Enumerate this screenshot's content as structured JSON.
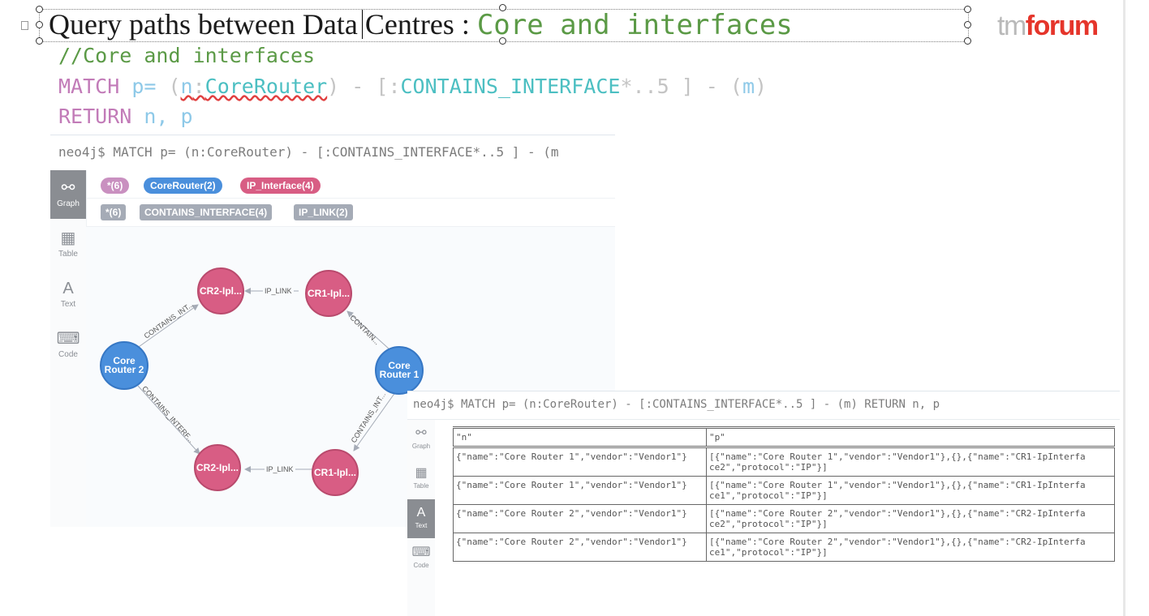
{
  "slide": {
    "title_prefix": "Query paths between Data Centres : ",
    "title_code": "Core and interfaces",
    "logo_tm": "tm",
    "logo_forum": "forum"
  },
  "code": {
    "comment": "//Core and interfaces",
    "match_kw": "MATCH",
    "p_eq": " p=",
    "open": " (",
    "n_var": "n",
    "colon": ":",
    "label": "CoreRouter",
    "rel_open": ") - [",
    "rel_colon": ":",
    "rel_type": "CONTAINS_INTERFACE",
    "rel_tail": "*..5",
    "rel_close": " ] - (",
    "m_var": "m",
    "close": ")",
    "return_kw": "RETURN",
    "return_vars": " n, p"
  },
  "panel1": {
    "command": "neo4j$ MATCH p= (n:CoreRouter) - [:CONTAINS_INTERFACE*..5 ] - (m",
    "sidebar": [
      {
        "icon": "⚯",
        "label": "Graph"
      },
      {
        "icon": "▦",
        "label": "Table"
      },
      {
        "icon": "A",
        "label": "Text"
      },
      {
        "icon": "⌨",
        "label": "Code"
      }
    ],
    "node_labels": [
      {
        "text": "*(6)",
        "color": "#c990c0"
      },
      {
        "text": "CoreRouter(2)",
        "color": "#4a8fdc"
      },
      {
        "text": "IP_Interface(4)",
        "color": "#d85d84"
      }
    ],
    "rel_types": [
      "*(6)",
      "CONTAINS_INTERFACE(4)",
      "IP_LINK(2)"
    ],
    "nodes": {
      "cr2": "Core Router 2",
      "cr1": "Core Router 1",
      "cr2_top": "CR2-Ipl...",
      "cr1_top": "CR1-Ipl...",
      "cr2_bot": "CR2-Ipl...",
      "cr1_bot": "CR1-Ipl..."
    },
    "edges": {
      "top_link": "IP_LINK",
      "bottom_link": "IP_LINK",
      "contains_tl": "CONTAINS_INT...",
      "contains_tr": "CONTAIN...",
      "contains_bl": "CONTAINS_INTERF...",
      "contains_br": "CONTAINS_INT..."
    }
  },
  "panel2": {
    "command": "neo4j$ MATCH p= (n:CoreRouter) - [:CONTAINS_INTERFACE*..5 ] - (m) RETURN n, p",
    "sidebar": [
      {
        "icon": "⚯",
        "label": "Graph"
      },
      {
        "icon": "▦",
        "label": "Table"
      },
      {
        "icon": "A",
        "label": "Text"
      },
      {
        "icon": "⌨",
        "label": "Code"
      }
    ],
    "columns": [
      "\"n\"",
      "\"p\""
    ],
    "rows": [
      {
        "n": "{\"name\":\"Core Router 1\",\"vendor\":\"Vendor1\"}",
        "p": "[{\"name\":\"Core Router 1\",\"vendor\":\"Vendor1\"},{},{\"name\":\"CR1-IpInterfa\nce2\",\"protocol\":\"IP\"}]"
      },
      {
        "n": "{\"name\":\"Core Router 1\",\"vendor\":\"Vendor1\"}",
        "p": "[{\"name\":\"Core Router 1\",\"vendor\":\"Vendor1\"},{},{\"name\":\"CR1-IpInterfa\nce1\",\"protocol\":\"IP\"}]"
      },
      {
        "n": "{\"name\":\"Core Router 2\",\"vendor\":\"Vendor1\"}",
        "p": "[{\"name\":\"Core Router 2\",\"vendor\":\"Vendor1\"},{},{\"name\":\"CR2-IpInterfa\nce2\",\"protocol\":\"IP\"}]"
      },
      {
        "n": "{\"name\":\"Core Router 2\",\"vendor\":\"Vendor1\"}",
        "p": "[{\"name\":\"Core Router 2\",\"vendor\":\"Vendor1\"},{},{\"name\":\"CR2-IpInterfa\nce1\",\"protocol\":\"IP\"}]"
      }
    ]
  }
}
